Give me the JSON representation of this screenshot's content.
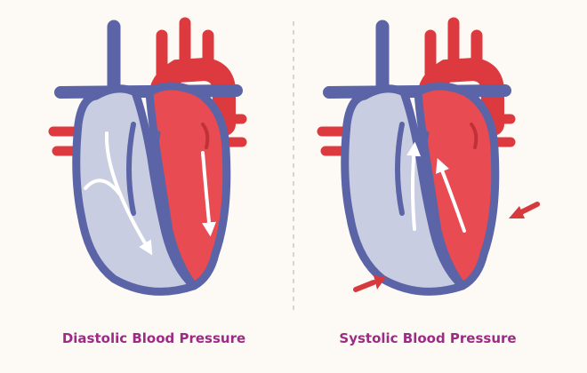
{
  "colors": {
    "background": "#fdfaf5",
    "vessel_blue": "#5a64a6",
    "chamber_blue_fill": "#c9cde1",
    "artery_red": "#dd3a3f",
    "chamber_red_fill": "#e84b51",
    "flow_arrow": "#ffffff",
    "pressure_arrow": "#d63a3c",
    "divider": "#c8c8c8",
    "caption": "#9c2b86"
  },
  "panels": [
    {
      "id": "diastolic",
      "caption": "Diastolic Blood Pressure",
      "flow_direction": "down",
      "compression_arrows": false
    },
    {
      "id": "systolic",
      "caption": "Systolic Blood Pressure",
      "flow_direction": "up",
      "compression_arrows": true
    }
  ]
}
